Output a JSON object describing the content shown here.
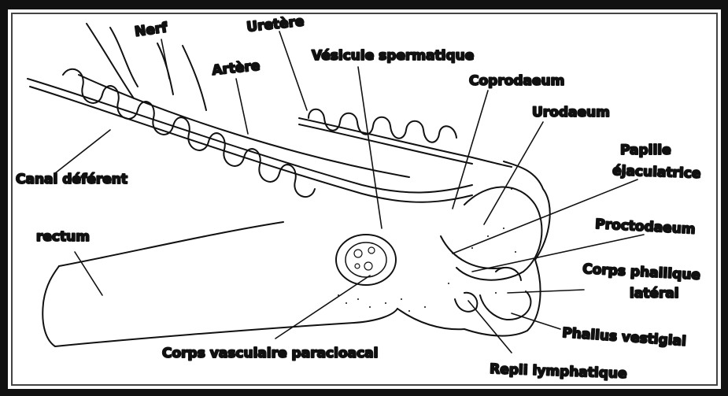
{
  "labels": {
    "nerf": "Nerf",
    "uretere": "Uretère",
    "artere": "Artère",
    "vesicule": "Vésicule spermatique",
    "coprodaeum": "Coprodaeum",
    "urodaeum": "Urodaeum",
    "papille_1": "Papille",
    "papille_2": "éjaculatrice",
    "canal": "Canal déférent",
    "rectum": "rectum",
    "proctodaeum": "Proctodaeum",
    "corps_phallique_1": "Corps phallique",
    "corps_phallique_2": "latéral",
    "phallus": "Phallus vestigial",
    "corps_vasculaire": "Corps vasculaire paracloacal",
    "repli": "Repli lymphatique"
  }
}
